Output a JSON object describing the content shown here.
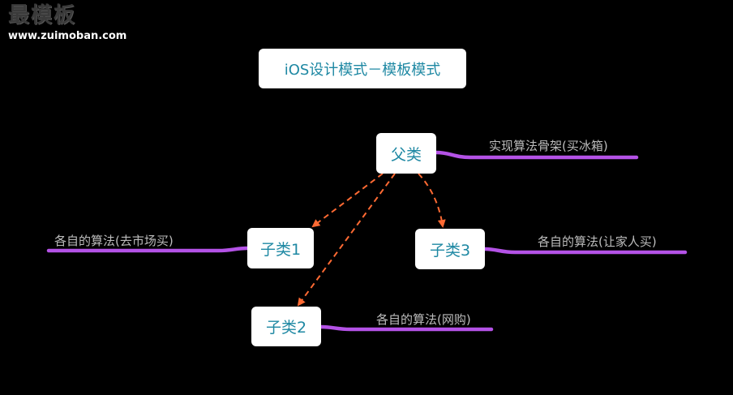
{
  "watermark": {
    "glyphs": "最模板",
    "url": "www.zuimoban.com"
  },
  "diagram": {
    "title": "iOS设计模式－模板模式",
    "nodes": {
      "parent": {
        "label": "父类",
        "note": "实现算法骨架(买冰箱)"
      },
      "sub1": {
        "label": "子类1",
        "note": "各自的算法(去市场买)"
      },
      "sub2": {
        "label": "子类2",
        "note": "各自的算法(网购)"
      },
      "sub3": {
        "label": "子类3",
        "note": "各自的算法(让家人买)"
      }
    }
  },
  "colors": {
    "background": "#000000",
    "node_fill": "#ffffff",
    "node_text": "#1e88a3",
    "note_text": "#bcbcbc",
    "underline": "#b452e6",
    "arrow": "#ff6a33"
  }
}
